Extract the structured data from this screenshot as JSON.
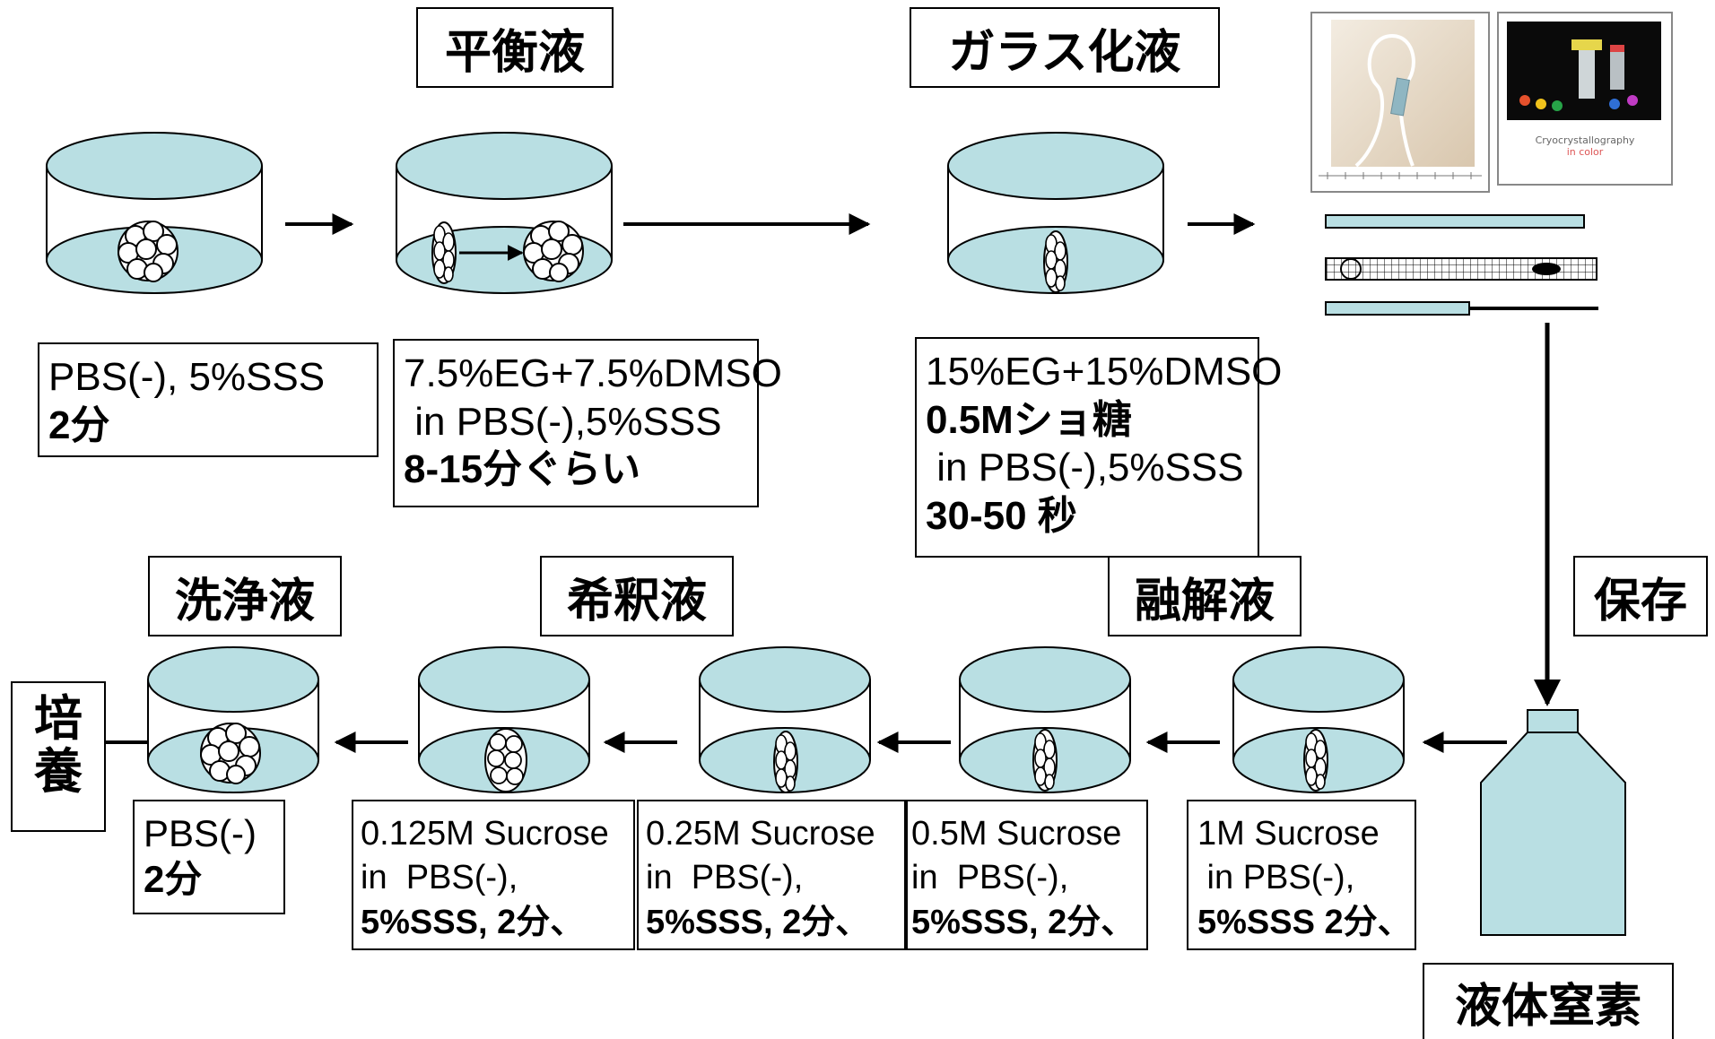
{
  "stages": {
    "equilibration": "平衡液",
    "vitrification": "ガラス化液",
    "thawing": "融解液",
    "dilution": "希釈液",
    "washing": "洗浄液",
    "storage": "保存",
    "liquid_nitrogen": "液体窒素",
    "culture": "培養"
  },
  "solutions": {
    "pbs": [
      "PBS(-), 5%SSS",
      "2分"
    ],
    "equilibration": [
      "7.5%EG+7.5%DMSO",
      " in PBS(-),5%SSS",
      "8-15分ぐらい"
    ],
    "vitrification": [
      "15%EG+15%DMSO",
      "0.5Mショ糖",
      " in PBS(-),5%SSS",
      "30-50 秒"
    ],
    "thaw_1m": [
      "1M Sucrose",
      " in PBS(-),",
      "5%SSS 2分、"
    ],
    "dil_05m": [
      "0.5M Sucrose",
      "in  PBS(-),",
      "5%SSS, 2分、"
    ],
    "dil_025m": [
      "0.25M Sucrose",
      "in  PBS(-),",
      "5%SSS, 2分、"
    ],
    "dil_0125m": [
      "0.125M Sucrose",
      "in  PBS(-),",
      "5%SSS, 2分、"
    ],
    "wash": [
      "PBS(-)",
      "2分"
    ]
  },
  "photo_caption": [
    "Cryocrystallography",
    "in color"
  ],
  "colors": {
    "dish_fill": "#b9dfe3",
    "line": "#000000",
    "text": "#000000"
  }
}
